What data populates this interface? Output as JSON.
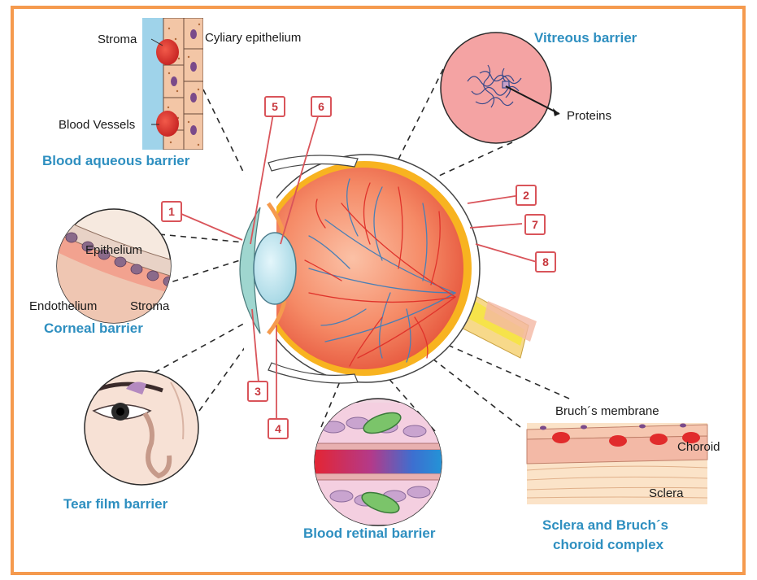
{
  "titles": {
    "blood_aqueous": "Blood aqueous barrier",
    "corneal": "Corneal barrier",
    "tear_film": "Tear film barrier",
    "vitreous": "Vitreous barrier",
    "blood_retinal": "Blood retinal barrier",
    "sclera_line1": "Sclera and Bruch´s",
    "sclera_line2": "choroid complex"
  },
  "labels": {
    "stroma_top": "Stroma",
    "ciliary_epithelium": "Cyliary epithelium",
    "blood_vessels": "Blood Vessels",
    "epithelium": "Epithelium",
    "endothelium": "Endothelium",
    "stroma_cornea": "Stroma",
    "proteins": "Proteins",
    "bruchs_membrane": "Bruch´s membrane",
    "choroid": "Choroid",
    "sclera": "Sclera"
  },
  "markers": [
    "1",
    "2",
    "3",
    "4",
    "5",
    "6",
    "7",
    "8"
  ],
  "colors": {
    "frame": "#f59a4e",
    "title": "#2e8fc0",
    "marker": "#d9545a",
    "eye_fill": "#f47b5c",
    "choroid_band": "#f8b320",
    "vessel_blue": "#4a7fb5",
    "vessel_red": "#e0332b"
  }
}
